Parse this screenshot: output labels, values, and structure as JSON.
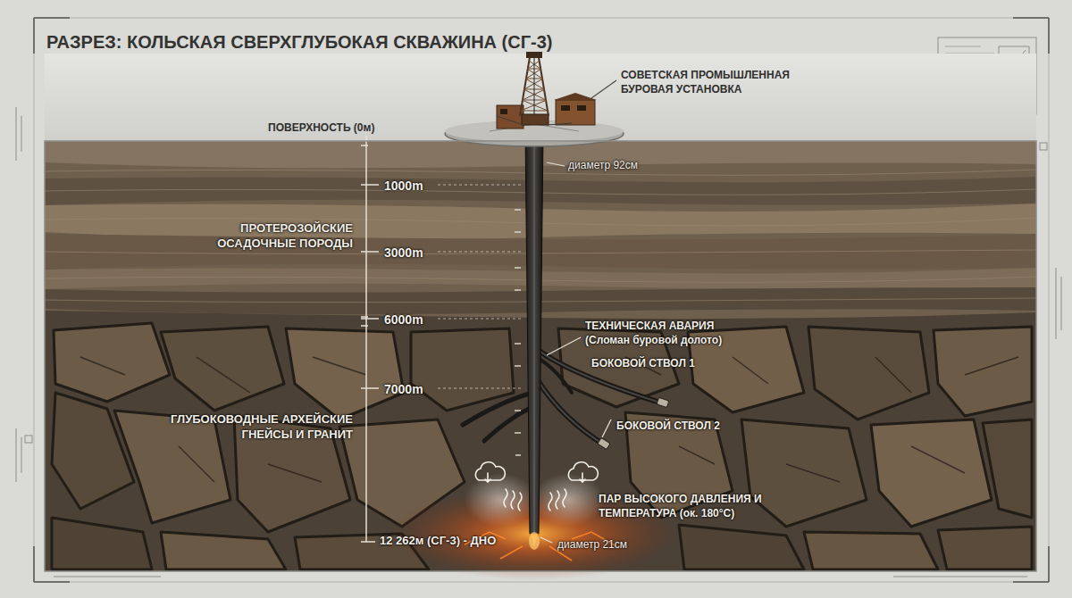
{
  "diagram": {
    "title": "РАЗРЕЗ: КОЛЬСКАЯ СВЕРХГЛУБОКАЯ СКВАЖИНА (СГ-3)",
    "labels": [
      "СОВЕТСКАЯ ПРОМЫШЛЕННАЯ БУРОВАЯ УСТАНОВКА",
      "ПОВЕРХНОСТЬ (0м)",
      "диаметр 92см",
      "1000m",
      "3000m",
      "ПРОТЕРОЗОЙСКИЕ ОСАДОЧНЫЕ ПОРОДЫ",
      "6000m",
      "ТЕХНИЧЕСКАЯ АВАРИЯ (Сломан буровой долото)",
      "БОКОВОЙ СТВОЛ 1",
      "7000m",
      "БОКОВОЙ СТВОЛ 2",
      "ГЛУБОКОВОДНЫЕ АРХЕЙСКИЕ ГНЕЙСЫ И ГРАНИТ",
      "ПАР ВЫСОКОГО ДАВЛЕНИЯ И ТЕМПЕРАТУРА (ок. 180°C)",
      "12 262м (СГ-3) - ДНО",
      "диаметр 21см"
    ]
  }
}
